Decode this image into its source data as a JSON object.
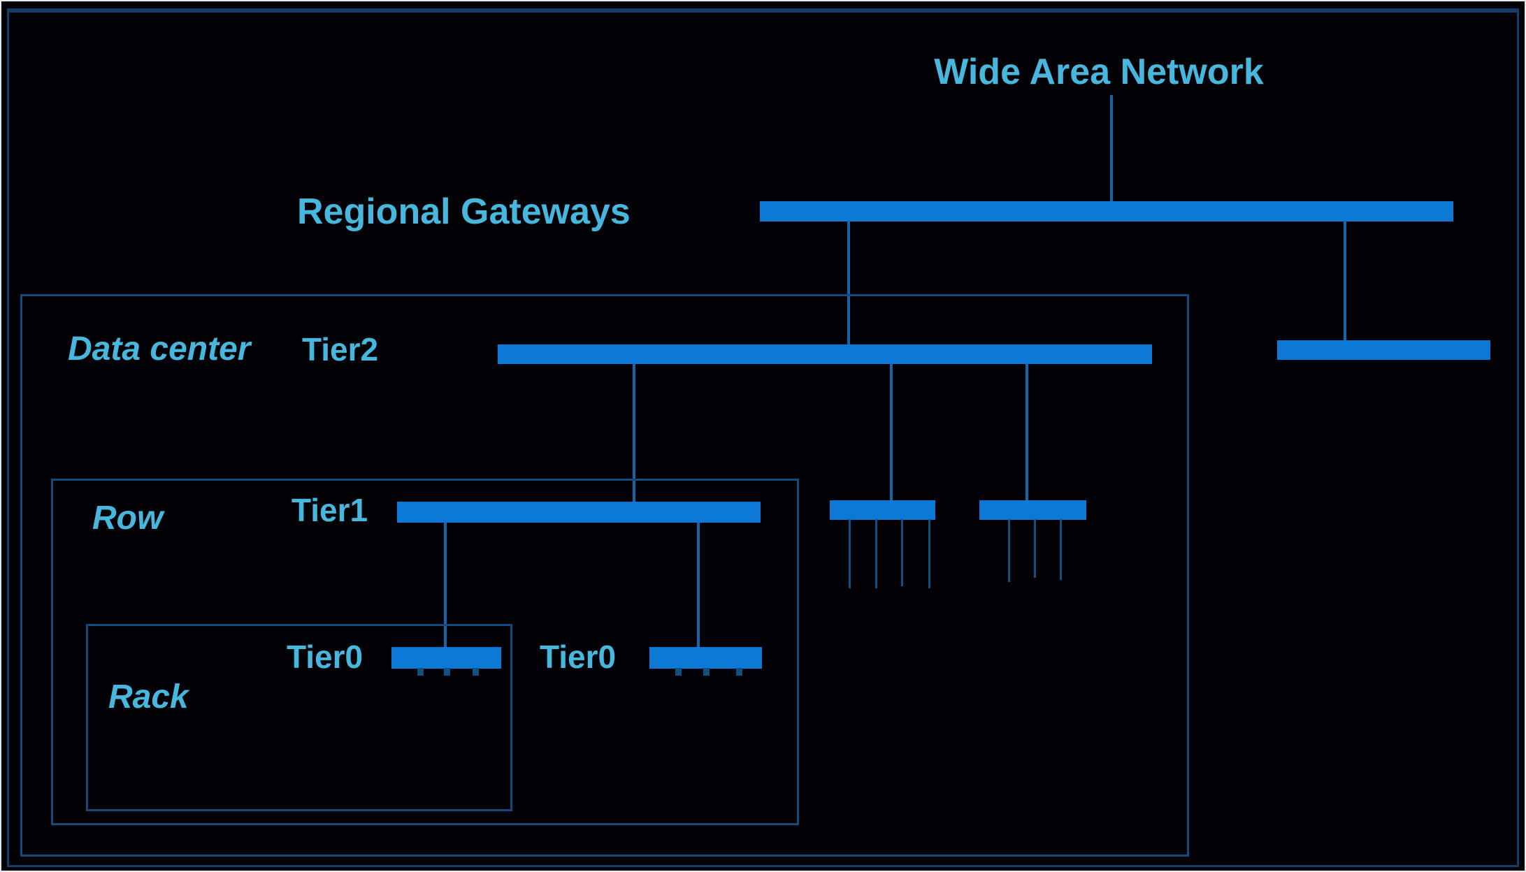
{
  "diagram": {
    "type": "network-topology-hierarchy",
    "labels": {
      "wan": "Wide Area Network",
      "regional_gateways": "Regional Gateways",
      "data_center": "Data center",
      "tier2": "Tier2",
      "row": "Row",
      "tier1": "Tier1",
      "rack": "Rack",
      "tier0_left": "Tier0",
      "tier0_right": "Tier0"
    },
    "containers": [
      "Data center",
      "Row",
      "Rack"
    ],
    "hierarchy": {
      "wide_area_network": {
        "connects_to": [
          "regional_gateways_bar"
        ]
      },
      "regional_gateways_bar": {
        "connects_to": [
          "tier2_bar",
          "edge_bar_right"
        ]
      },
      "tier2_bar": {
        "connects_to": [
          "tier1_bar",
          "aggregation_bar_1",
          "aggregation_bar_2"
        ]
      },
      "tier1_bar": {
        "connects_to": [
          "tier0_bar_left",
          "tier0_bar_right"
        ]
      },
      "aggregation_bar_1": {
        "downlink_count": 4
      },
      "aggregation_bar_2": {
        "downlink_count": 3
      },
      "tier0_bar_left": {
        "downlink_count": 3
      },
      "tier0_bar_right": {
        "downlink_count": 3
      }
    }
  },
  "colors": {
    "background": "#020206",
    "bar-fill": "#0d79d6",
    "connector": "#1565a8",
    "sub-connector": "#0f5183",
    "box-border": "#16497b",
    "outer-border": "#123e69",
    "label-text": "#48b7dd",
    "frame-edge": "#e9e9e9"
  }
}
